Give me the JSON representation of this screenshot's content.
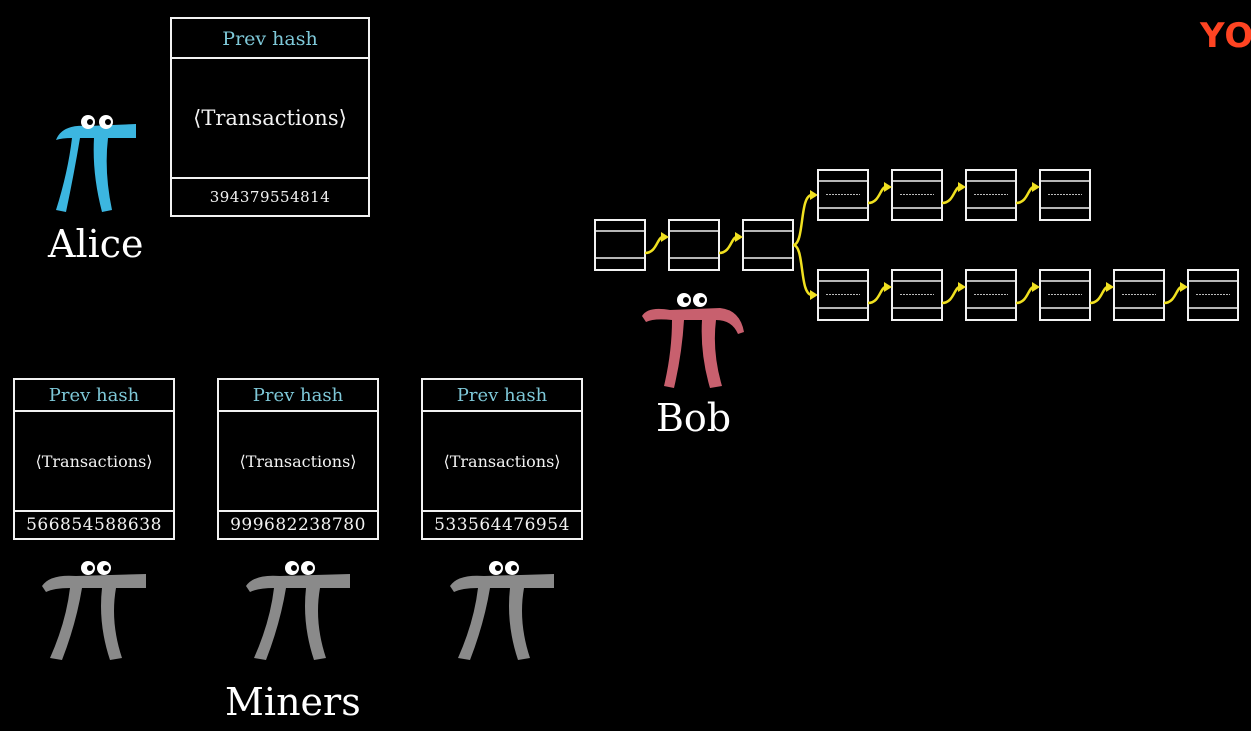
{
  "logo": {
    "text": "YO"
  },
  "alice": {
    "label": "Alice",
    "color": "#3cb6e0",
    "block": {
      "header": "Prev hash",
      "body": "⟨Transactions⟩",
      "nonce": "394379554814"
    }
  },
  "bob": {
    "label": "Bob",
    "color": "#c8606e"
  },
  "miners": {
    "label": "Miners",
    "color": "#8a8a8a",
    "blocks": [
      {
        "header": "Prev hash",
        "body": "⟨Transactions⟩",
        "nonce": "566854588638"
      },
      {
        "header": "Prev hash",
        "body": "⟨Transactions⟩",
        "nonce": "999682238780"
      },
      {
        "header": "Prev hash",
        "body": "⟨Transactions⟩",
        "nonce": "533564476954"
      }
    ]
  },
  "blockchain": {
    "trunk_blocks": 3,
    "fork_top_blocks": 4,
    "fork_bottom_blocks": 6,
    "link_color": "#f0e020",
    "block_color": "#f2f2f2"
  }
}
